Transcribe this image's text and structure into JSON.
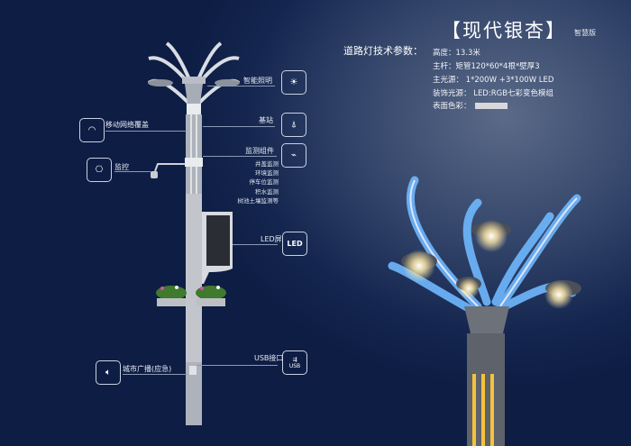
{
  "header": {
    "title": "【现代银杏】",
    "edition": "智慧版"
  },
  "specs": {
    "heading": "道路灯技术参数：",
    "items": [
      "高度：13.3米",
      "主杆：矩管120*60*4根*壁厚3",
      "主光源： 1*200W +3*100W LED",
      "装饰光源： LED:RGB七彩变色模组",
      "表面色彩："
    ],
    "surface_color": "#d8d8dc"
  },
  "features": {
    "lighting": "智能照明",
    "base_station": "基站",
    "monitoring": "监测组件",
    "monitoring_items": [
      "井盖监测",
      "环境监测",
      "停车位监测",
      "积水监测",
      "树池土壤监测等"
    ],
    "led_screen": "LED屏",
    "led_icon": "LED",
    "usb": "USB接口",
    "usb_icon": "USB",
    "mobile_network": "移动网络覆盖",
    "camera": "监控",
    "broadcast": "城市广播(应急)"
  }
}
